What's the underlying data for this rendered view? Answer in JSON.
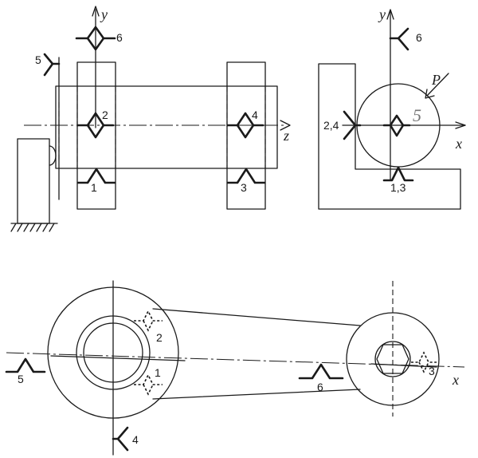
{
  "labels": {
    "top_left": {
      "y": "y",
      "z": "z",
      "n1": "1",
      "n2": "2",
      "n3": "3",
      "n4": "4",
      "n5": "5",
      "n6": "6"
    },
    "top_right": {
      "y": "y",
      "x": "x",
      "p": "P",
      "five": "5",
      "n24": "2,4",
      "n6": "6",
      "n13": "1,3"
    },
    "bottom": {
      "x": "x",
      "n1": "1",
      "n2": "2",
      "n3": "3",
      "n4": "4",
      "n5": "5",
      "n6": "6"
    }
  }
}
